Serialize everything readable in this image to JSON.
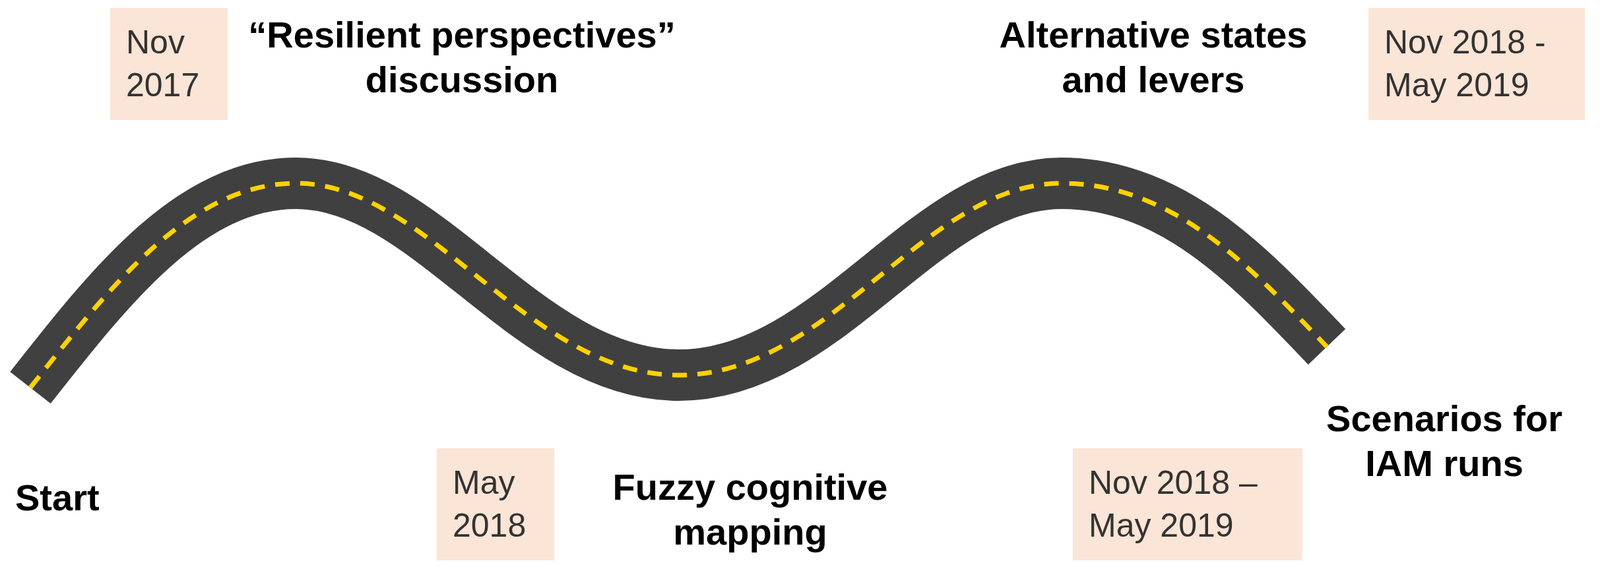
{
  "diagram": {
    "nodes": [
      {
        "text": [
          "Nov 2017"
        ]
      },
      {
        "text": [
          "Nov 2018 - May 2019"
        ]
      },
      {
        "text": [
          "May 2018"
        ]
      },
      {
        "text": [
          "Nov 2018 – May 2019"
        ]
      }
    ],
    "labels": [
      "“Resilient perspectives” discussion",
      "Alternative states and levers",
      "Start",
      "Fuzzy cognitive mapping",
      "Scenarios for IAM runs"
    ]
  }
}
